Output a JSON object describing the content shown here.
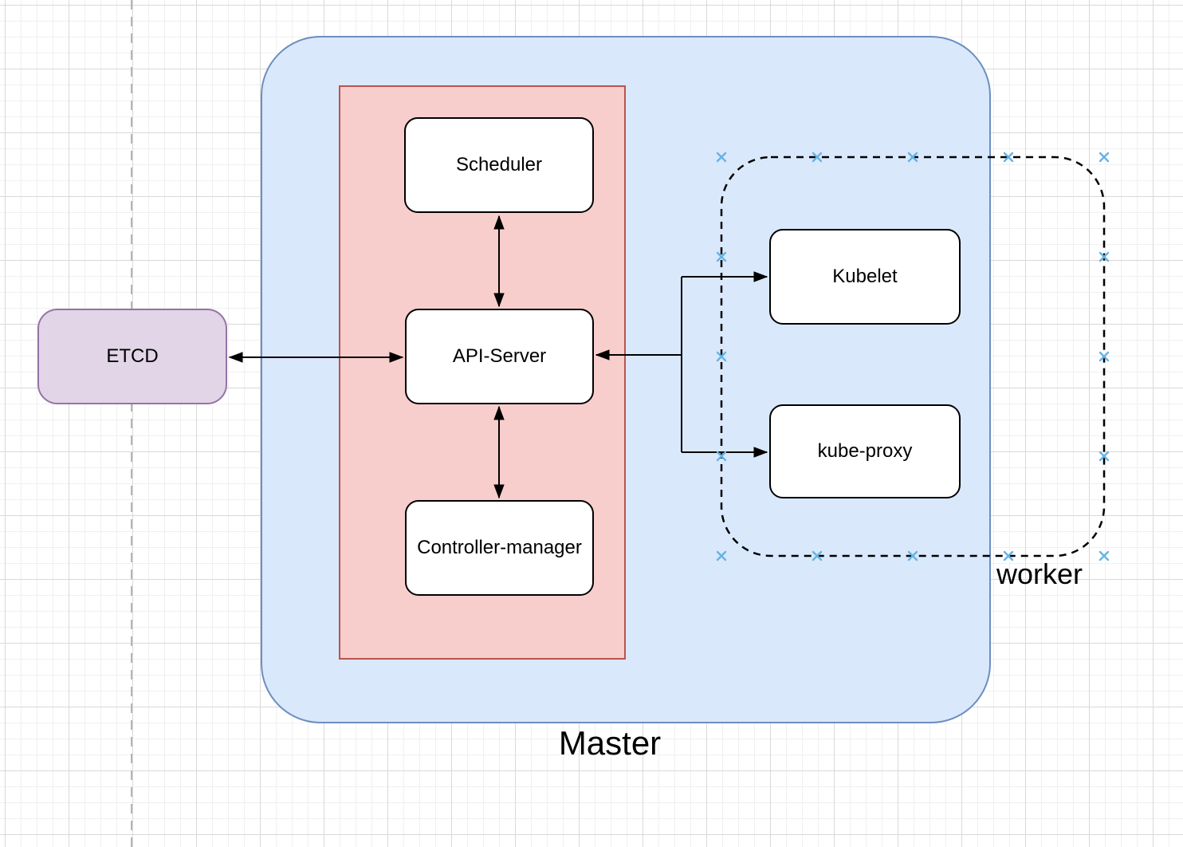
{
  "diagram": {
    "labels": {
      "master": "Master",
      "worker": "worker"
    },
    "nodes": {
      "etcd": "ETCD",
      "scheduler": "Scheduler",
      "api_server": "API-Server",
      "controller_manager": "Controller-manager",
      "kubelet": "Kubelet",
      "kube_proxy": "kube-proxy"
    },
    "colors": {
      "master_fill": "#dae8fc",
      "master_stroke": "#6c8ebf",
      "control_plane_fill": "#f8cecc",
      "control_plane_stroke": "#b85450",
      "etcd_fill": "#e1d5e7",
      "etcd_stroke": "#9673a6",
      "node_fill": "#ffffff",
      "node_stroke": "#000000",
      "edge_color": "#000000",
      "connection_point": "#66b3e3",
      "grid_major": "#d9d9d9",
      "grid_minor": "#f0f0f0"
    }
  }
}
